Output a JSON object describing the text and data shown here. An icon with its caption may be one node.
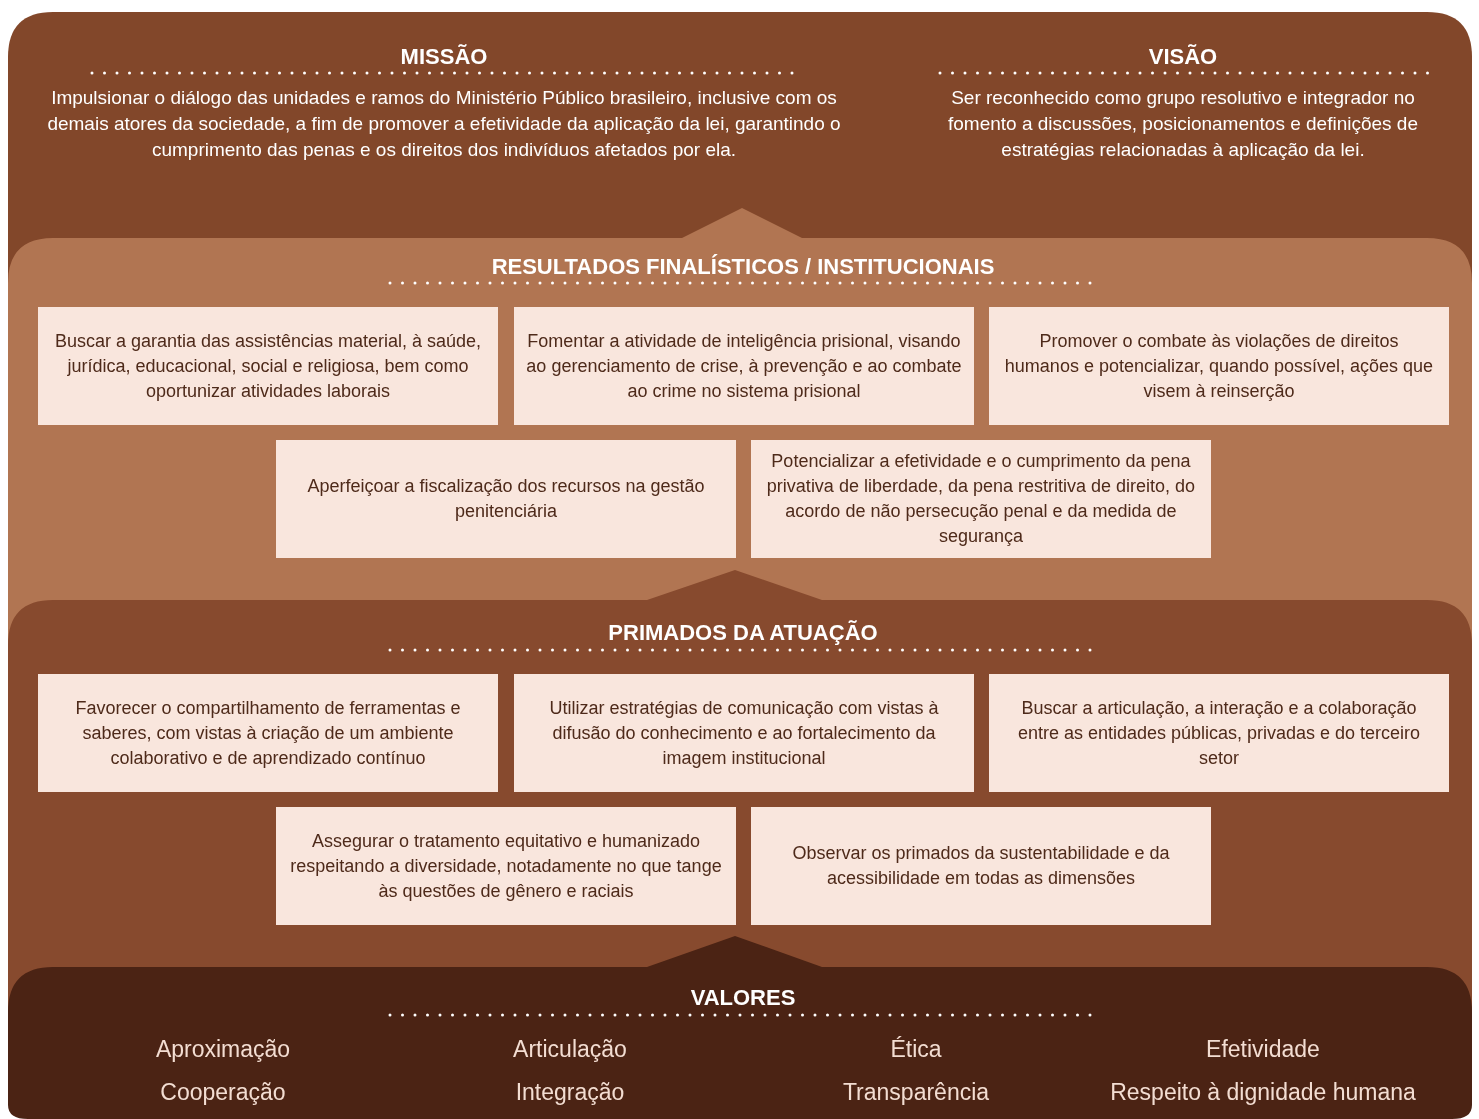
{
  "diagram": {
    "nodes": [
      {
        "text": [
          "MISSÃO",
          "Impulsionar o diálogo das unidades e ramos do Ministério Público brasileiro, inclusive com os demais atores da sociedade, a fim de promover a efetividade da aplicação da lei, garantindo o cumprimento das penas e os direitos dos indivíduos afetados por ela.",
          "VISÃO",
          "Ser reconhecido como grupo resolutivo e integrador no fomento a discussões, posicionamentos e definições de estratégias relacionadas à aplicação da lei."
        ]
      },
      {
        "text": [
          "RESULTADOS FINALÍSTICOS / INSTITUCIONAIS"
        ]
      },
      {
        "text": [
          "Buscar a garantia das assistências material, à saúde, jurídica, educacional, social e religiosa, bem como oportunizar atividades laborais"
        ],
        "in": 1
      },
      {
        "text": [
          "Fomentar a atividade de inteligência prisional, visando ao gerenciamento de crise, à prevenção e ao combate ao crime no sistema prisional"
        ],
        "in": 1
      },
      {
        "text": [
          "Promover o combate às violações de direitos humanos e potencializar, quando possível, ações que visem à reinserção"
        ],
        "in": 1
      },
      {
        "text": [
          "Aperfeiçoar a fiscalização dos recursos na gestão penitenciária"
        ],
        "in": 1
      },
      {
        "text": [
          "Potencializar a efetividade e o cumprimento da pena privativa de liberdade, da pena restritiva de direito, do acordo de não persecução penal e da medida de segurança"
        ],
        "in": 1
      },
      {
        "text": [
          "PRIMADOS DA ATUAÇÃO"
        ]
      },
      {
        "text": [
          "Favorecer o compartilhamento de ferramentas e saberes, com vistas à criação de um ambiente colaborativo e de aprendizado contínuo"
        ],
        "in": 7
      },
      {
        "text": [
          "Utilizar estratégias de comunicação com vistas à difusão do conhecimento e ao fortalecimento da imagem institucional"
        ],
        "in": 7
      },
      {
        "text": [
          "Buscar a articulação, a interação e a colaboração entre as entidades públicas, privadas e do terceiro setor"
        ],
        "in": 7
      },
      {
        "text": [
          "Assegurar o tratamento equitativo e humanizado respeitando a diversidade, notadamente no que tange às questões de gênero e raciais"
        ],
        "in": 7
      },
      {
        "text": [
          "Observar os primados da sustentabilidade e da acessibilidade em todas as dimensões"
        ],
        "in": 7
      },
      {
        "text": [
          "VALORES",
          "Aproximação",
          "Articulação",
          "Ética",
          "Efetividade",
          "Cooperação",
          "Integração",
          "Transparência",
          "Respeito à dignidade humana"
        ]
      }
    ]
  }
}
